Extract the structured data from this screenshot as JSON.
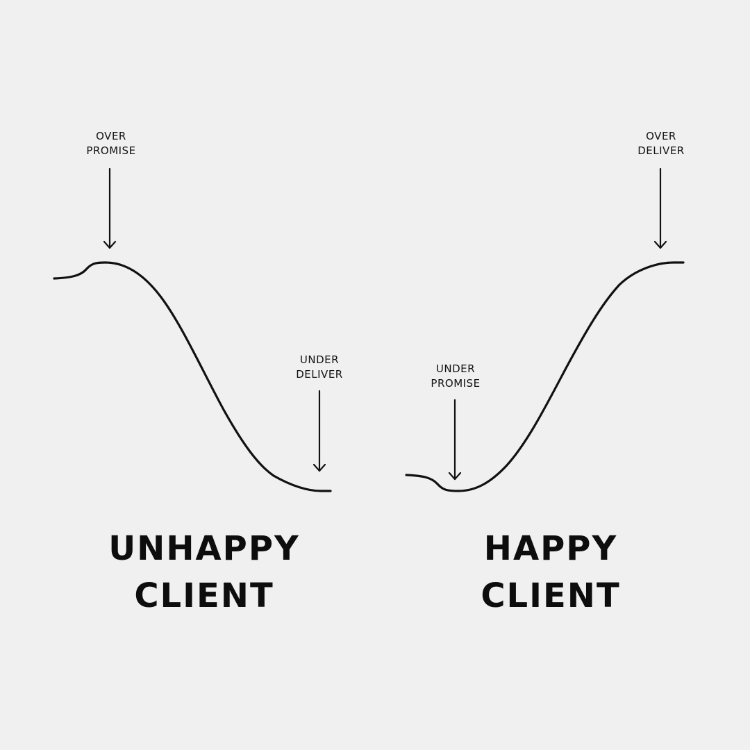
{
  "colors": {
    "background": "#f0f0f0",
    "ink": "#111111"
  },
  "left_panel": {
    "top_annotation": {
      "line1": "OVER",
      "line2": "PROMISE"
    },
    "bottom_annotation": {
      "line1": "UNDER",
      "line2": "DELIVER"
    },
    "caption": {
      "line1": "UNHAPPY",
      "line2": "CLIENT"
    }
  },
  "right_panel": {
    "bottom_annotation": {
      "line1": "UNDER",
      "line2": "PROMISE"
    },
    "top_annotation": {
      "line1": "OVER",
      "line2": "DELIVER"
    },
    "caption": {
      "line1": "HAPPY",
      "line2": "CLIENT"
    }
  }
}
